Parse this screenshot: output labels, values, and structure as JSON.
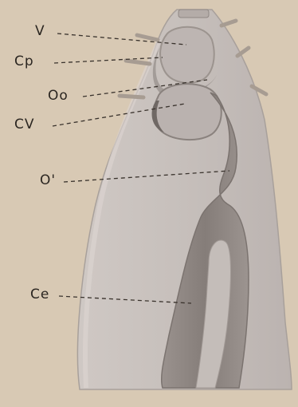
{
  "labels": {
    "v": "V",
    "cp": "Cp",
    "oo": "Oo",
    "cv": "CV",
    "o_prime": "O'",
    "ce": "Ce"
  },
  "colors": {
    "paper": "#d8c9b4",
    "body_fill": "#c8c1bd",
    "channel": "#8f8783",
    "vesicle": "#b9b1ae",
    "ink": "#2b2621",
    "spines": "#a79c92"
  }
}
